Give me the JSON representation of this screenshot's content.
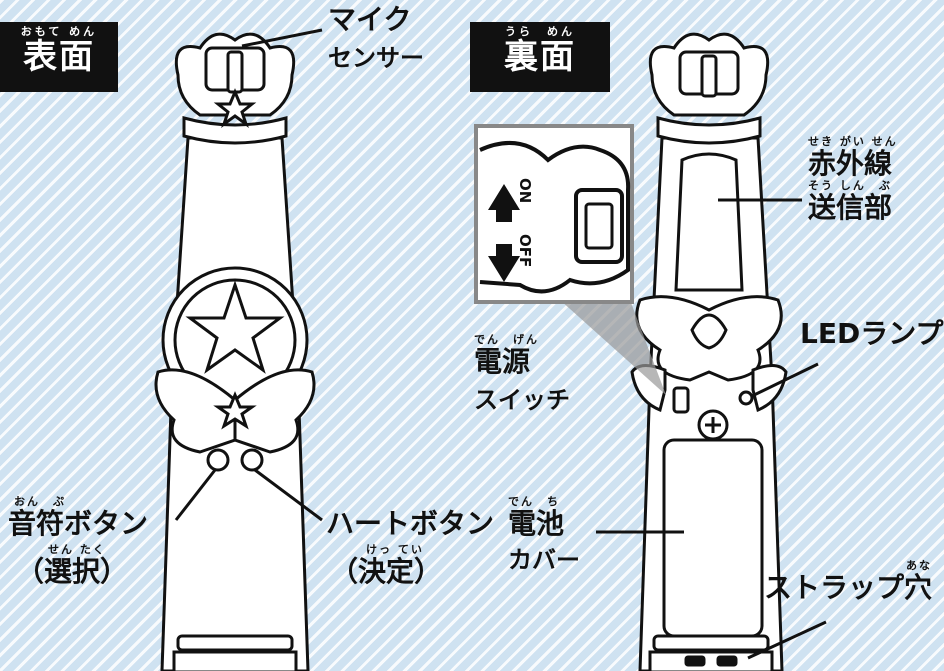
{
  "front": {
    "ruby": "おもて めん",
    "title": "表面",
    "mic_sensor_1": "マイク",
    "mic_sensor_2": "センサー",
    "note_ruby": "おん　ぷ",
    "note_button": "音符ボタン",
    "note_sub_ruby": "せん たく",
    "note_sub": "（選択）",
    "heart_button": "ハートボタン",
    "heart_sub_ruby": "けっ てい",
    "heart_sub": "（決定）"
  },
  "back": {
    "ruby": "うら　めん",
    "title": "裏面",
    "ir_ruby": "せき がい せん",
    "ir_1": "赤外線",
    "ir2_ruby": "そう しん　ぶ",
    "ir_2": "送信部",
    "led": "LEDランプ",
    "power_ruby": "でん　げん",
    "power_1": "電源",
    "power_2": "スイッチ",
    "battery_ruby": "でん　ち",
    "battery_1": "電池",
    "battery_2": "カバー",
    "strap_ruby": "あな",
    "strap": "ストラップ穴",
    "switch_on": "ON",
    "switch_off": "OFF"
  }
}
